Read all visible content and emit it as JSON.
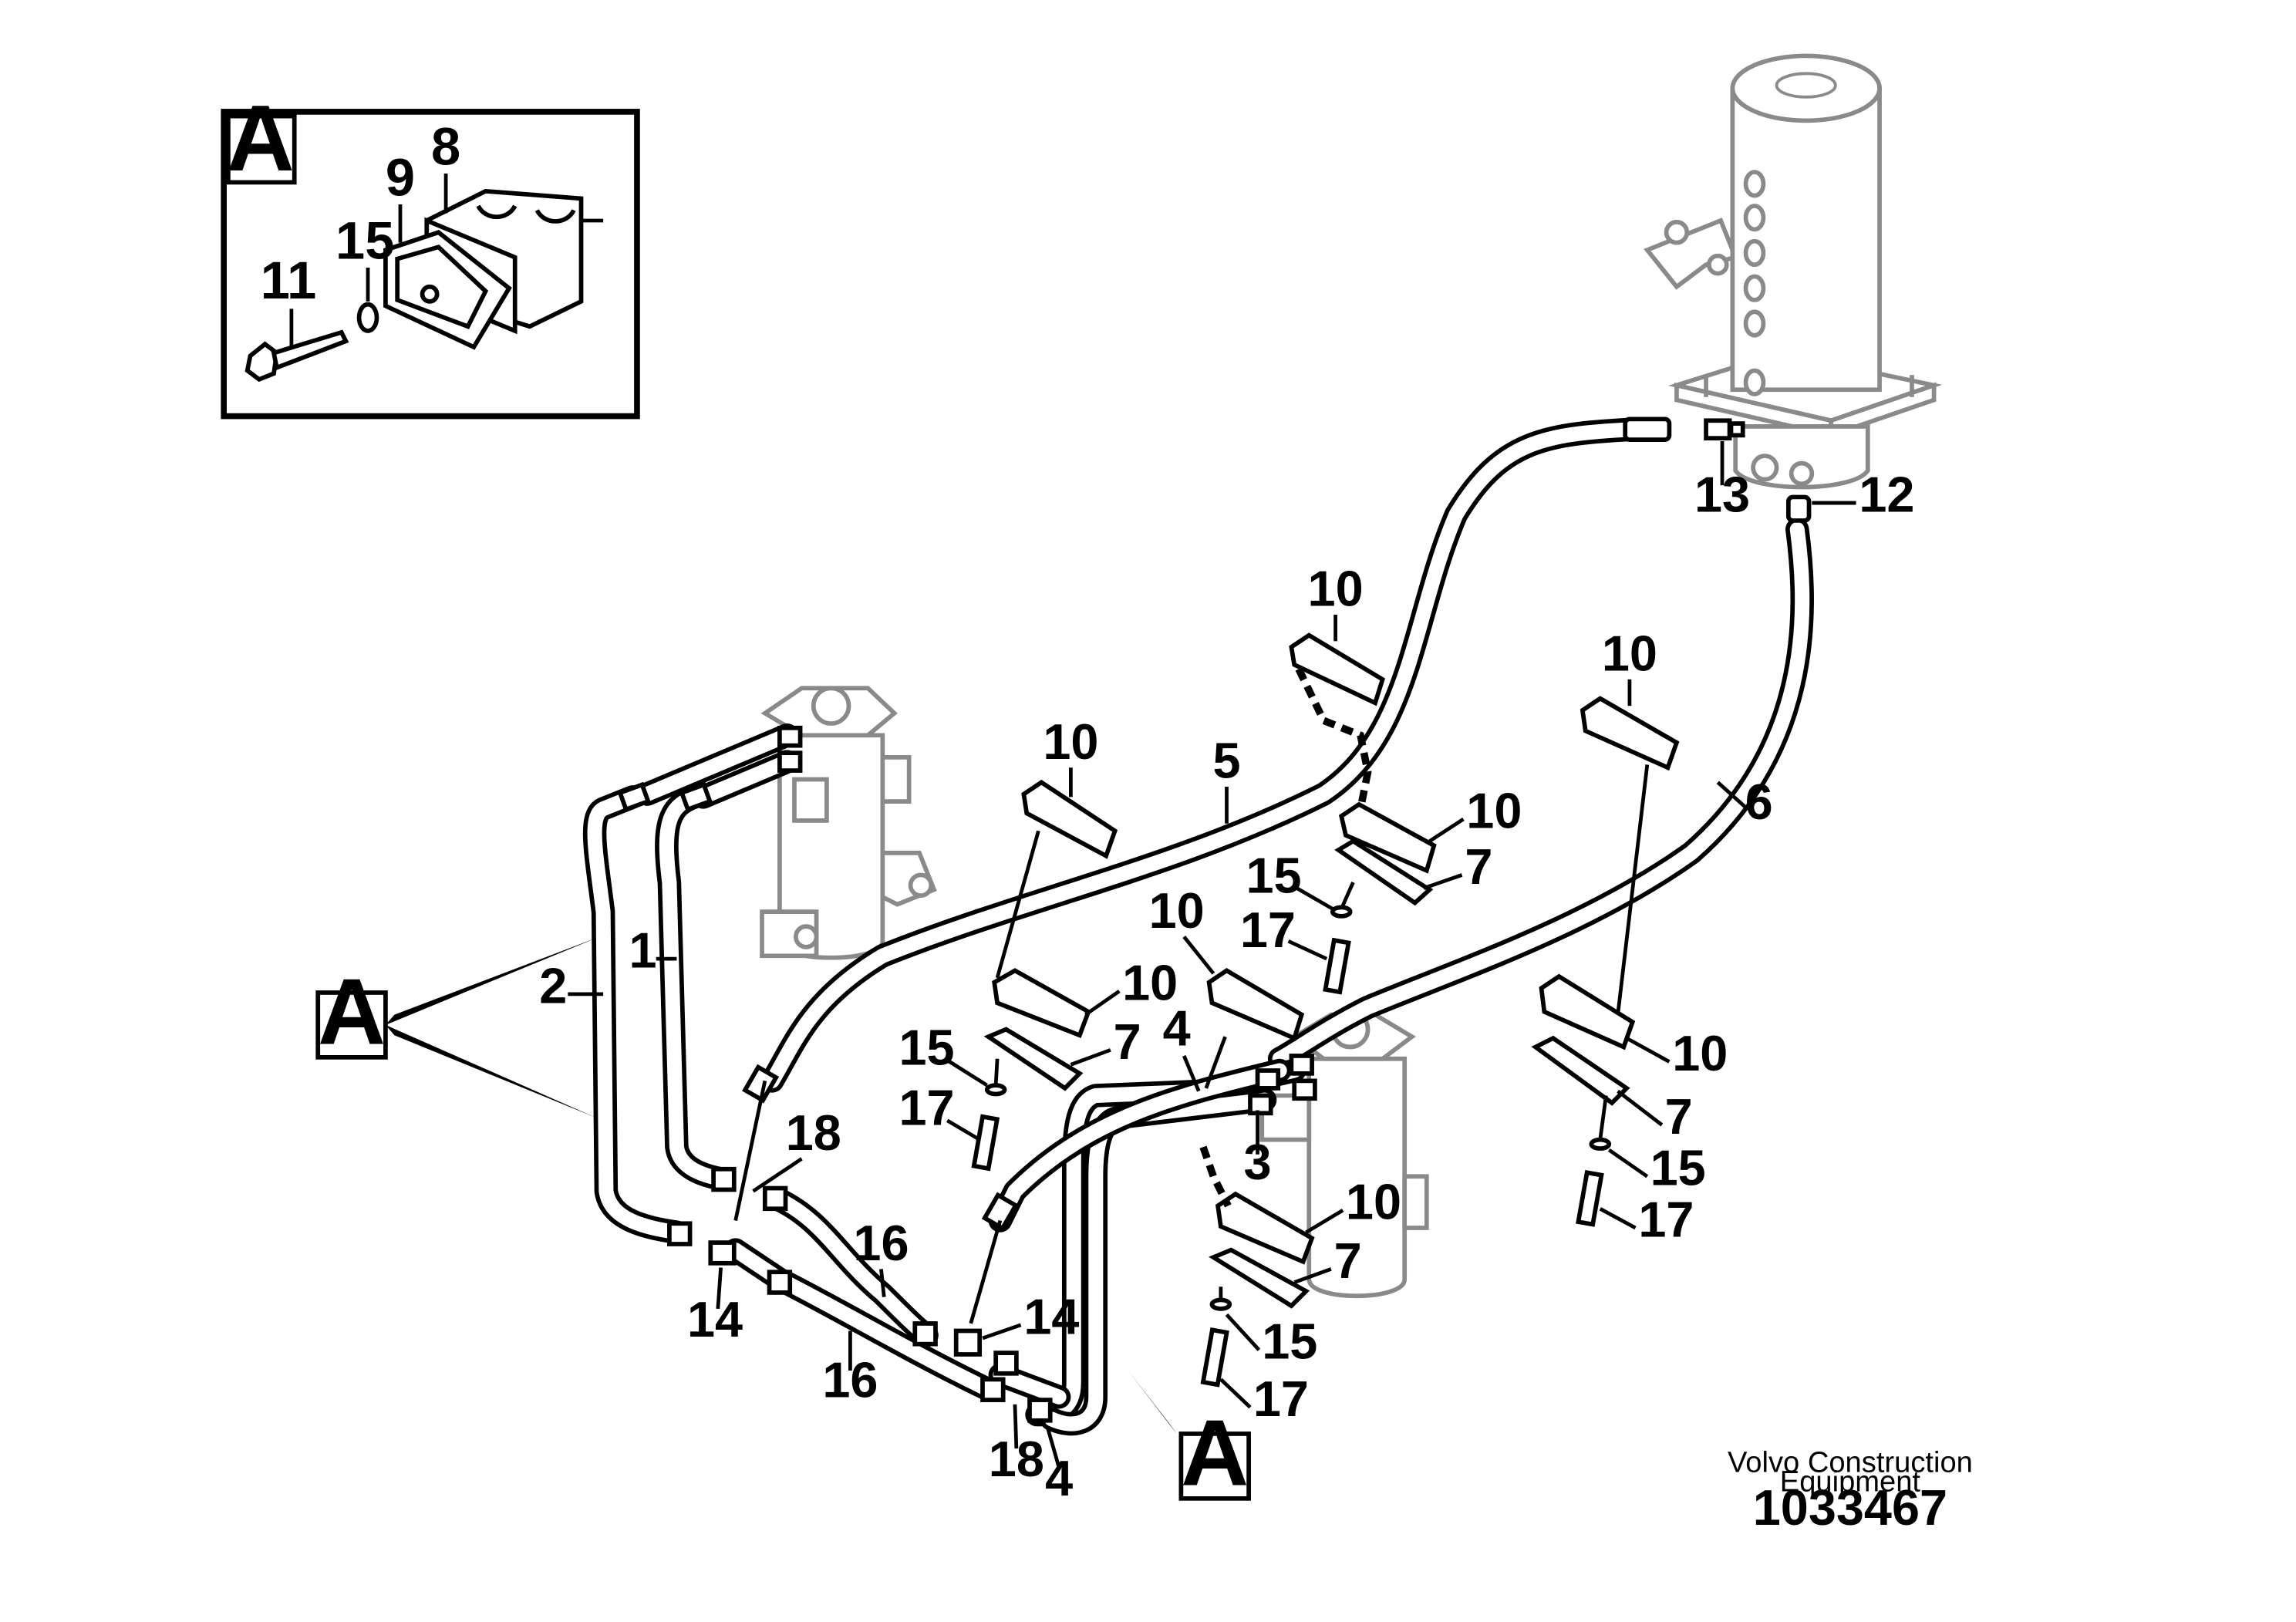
{
  "detail_marker": "A",
  "inset": {
    "callouts": {
      "c8": "8",
      "c9": "9",
      "c15": "15",
      "c11": "11"
    }
  },
  "callouts": {
    "c1": "1",
    "c2": "2",
    "c3": "3",
    "c4a": "4",
    "c4b": "4",
    "c5": "5",
    "c6": "6",
    "c7a": "7",
    "c7b": "7",
    "c7c": "7",
    "c7d": "7",
    "c10a": "10",
    "c10b": "10",
    "c10c": "10",
    "c10d": "10",
    "c10e": "10",
    "c10f": "10",
    "c10g": "10",
    "c10h": "10",
    "c12": "12",
    "c13": "13",
    "c14a": "14",
    "c14b": "14",
    "c15a": "15",
    "c15b": "15",
    "c15c": "15",
    "c15d": "15",
    "c16a": "16",
    "c16b": "16",
    "c17a": "17",
    "c17b": "17",
    "c17c": "17",
    "c17d": "17",
    "c18a": "18",
    "c18b": "18"
  },
  "footer": {
    "brand_line1": "Volvo Construction",
    "brand_line2": "Equipment",
    "drawing_number": "1033467"
  }
}
